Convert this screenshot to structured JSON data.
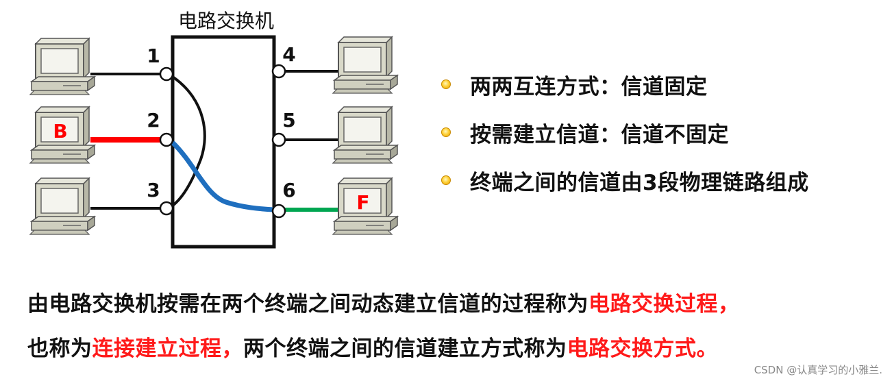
{
  "diagram": {
    "switch_title": "电路交换机",
    "ports": [
      {
        "id": "1"
      },
      {
        "id": "2"
      },
      {
        "id": "3"
      },
      {
        "id": "4"
      },
      {
        "id": "5"
      },
      {
        "id": "6"
      }
    ],
    "terminals": [
      {
        "port": "1",
        "label": ""
      },
      {
        "port": "2",
        "label": "B"
      },
      {
        "port": "3",
        "label": ""
      },
      {
        "port": "4",
        "label": ""
      },
      {
        "port": "5",
        "label": ""
      },
      {
        "port": "6",
        "label": "F"
      }
    ],
    "colors": {
      "link_B": "#ff0000",
      "link_F": "#00a651",
      "internal_path": "#1f6fbf",
      "terminal_label": "#ff0000",
      "bullet": "#ffc000"
    }
  },
  "bullets": [
    "两两互连方式：信道固定",
    "按需建立信道：信道不固定",
    "终端之间的信道由3段物理链路组成"
  ],
  "paragraph": {
    "line1": {
      "part1": "由电路交换机按需在两个终端之间动态建立信道的过程称为",
      "part2": "电路交换过程，"
    },
    "line2": {
      "part1": "也称为",
      "part2": "连接建立过程，",
      "part3": "两个终端之间的信道建立方式称为",
      "part4": "电路交换方式。"
    }
  },
  "watermark": "CSDN @认真学习的小雅兰."
}
